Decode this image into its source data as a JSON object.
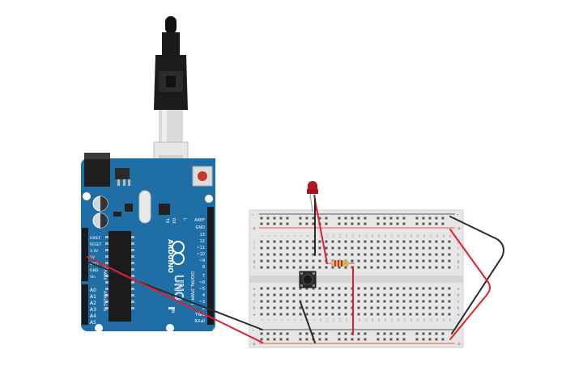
{
  "arduino": {
    "brand_vertical": "ARDUINO",
    "model_vertical": "UNO",
    "digital_label": "DIGITAL (PWM~)",
    "on_label": "ON",
    "tx_label": "TX",
    "rx_label": "RX",
    "l_label": "L",
    "power_pins": [
      "IOREF",
      "RESET",
      "3.3V",
      "5V",
      "GND",
      "GND",
      "Vin"
    ],
    "power_header_label": "POWER",
    "analog_pins": [
      "A0",
      "A1",
      "A2",
      "A3",
      "A4",
      "A5"
    ],
    "analog_header_label": "ANALOG IN",
    "digital_pins": [
      "AREF",
      "GND",
      "13",
      "12",
      "~11",
      "~10",
      "~9",
      "8",
      "7",
      "~6",
      "~5",
      "4",
      "~3",
      "2",
      "TX▸1",
      "RX◂0"
    ]
  },
  "breadboard": {
    "top_row_letters": [
      "j",
      "i",
      "h",
      "g",
      "f"
    ],
    "bottom_row_letters": [
      "e",
      "d",
      "c",
      "b",
      "a"
    ],
    "rail_plus": "+",
    "rail_minus": "-",
    "column_count": 30
  },
  "components": [
    "usb-cable",
    "arduino-uno",
    "breadboard",
    "red-led",
    "resistor",
    "pushbutton"
  ],
  "colors": {
    "arduino_board": "#1f6fa6",
    "wire_red": "#e0202a",
    "wire_black": "#2b2b2b",
    "led": "#b3181e",
    "breadboard": "#e6e6e6",
    "rail_red": "#e05555",
    "rail_black": "#555555"
  }
}
